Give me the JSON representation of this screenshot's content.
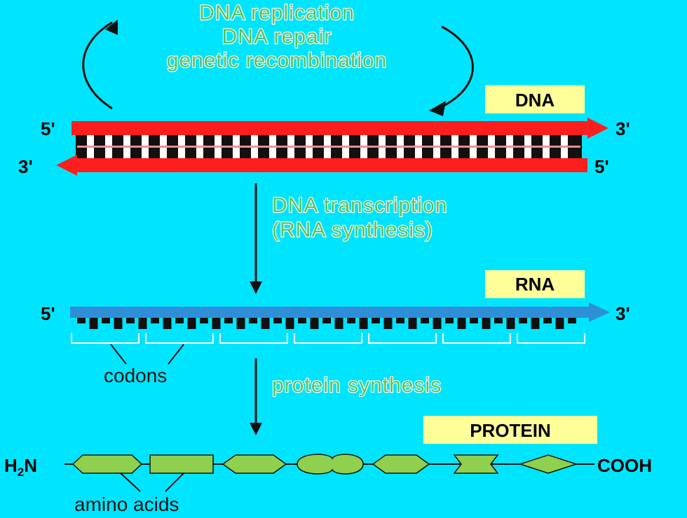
{
  "title_lines": {
    "line1": "DNA replication",
    "line2": "DNA repair",
    "line3": "genetic recombination"
  },
  "labels": {
    "dna": "DNA",
    "rna": "RNA",
    "protein": "PROTEIN"
  },
  "dna_strand": {
    "top_left": "5'",
    "top_right": "3'",
    "bottom_left": "3'",
    "bottom_right": "5'"
  },
  "rna_strand": {
    "left": "5'",
    "right": "3'"
  },
  "steps": {
    "transcription_line1": "DNA transcription",
    "transcription_line2": "(RNA synthesis)",
    "protein_synthesis": "protein synthesis"
  },
  "annotations": {
    "codons": "codons",
    "amino_acids": "amino acids"
  },
  "protein_chain": {
    "n_term_h": "H",
    "n_term_sub": "2",
    "n_term_n": "N",
    "c_term": "COOH"
  },
  "colors": {
    "background": "#00E5FF",
    "dna_strand": "#FF1E1E",
    "rna_strand": "#2E8FD8",
    "label_box": "#FFFF99",
    "amino_acid": "#8FD14F",
    "green_text": "#5FC05A"
  }
}
